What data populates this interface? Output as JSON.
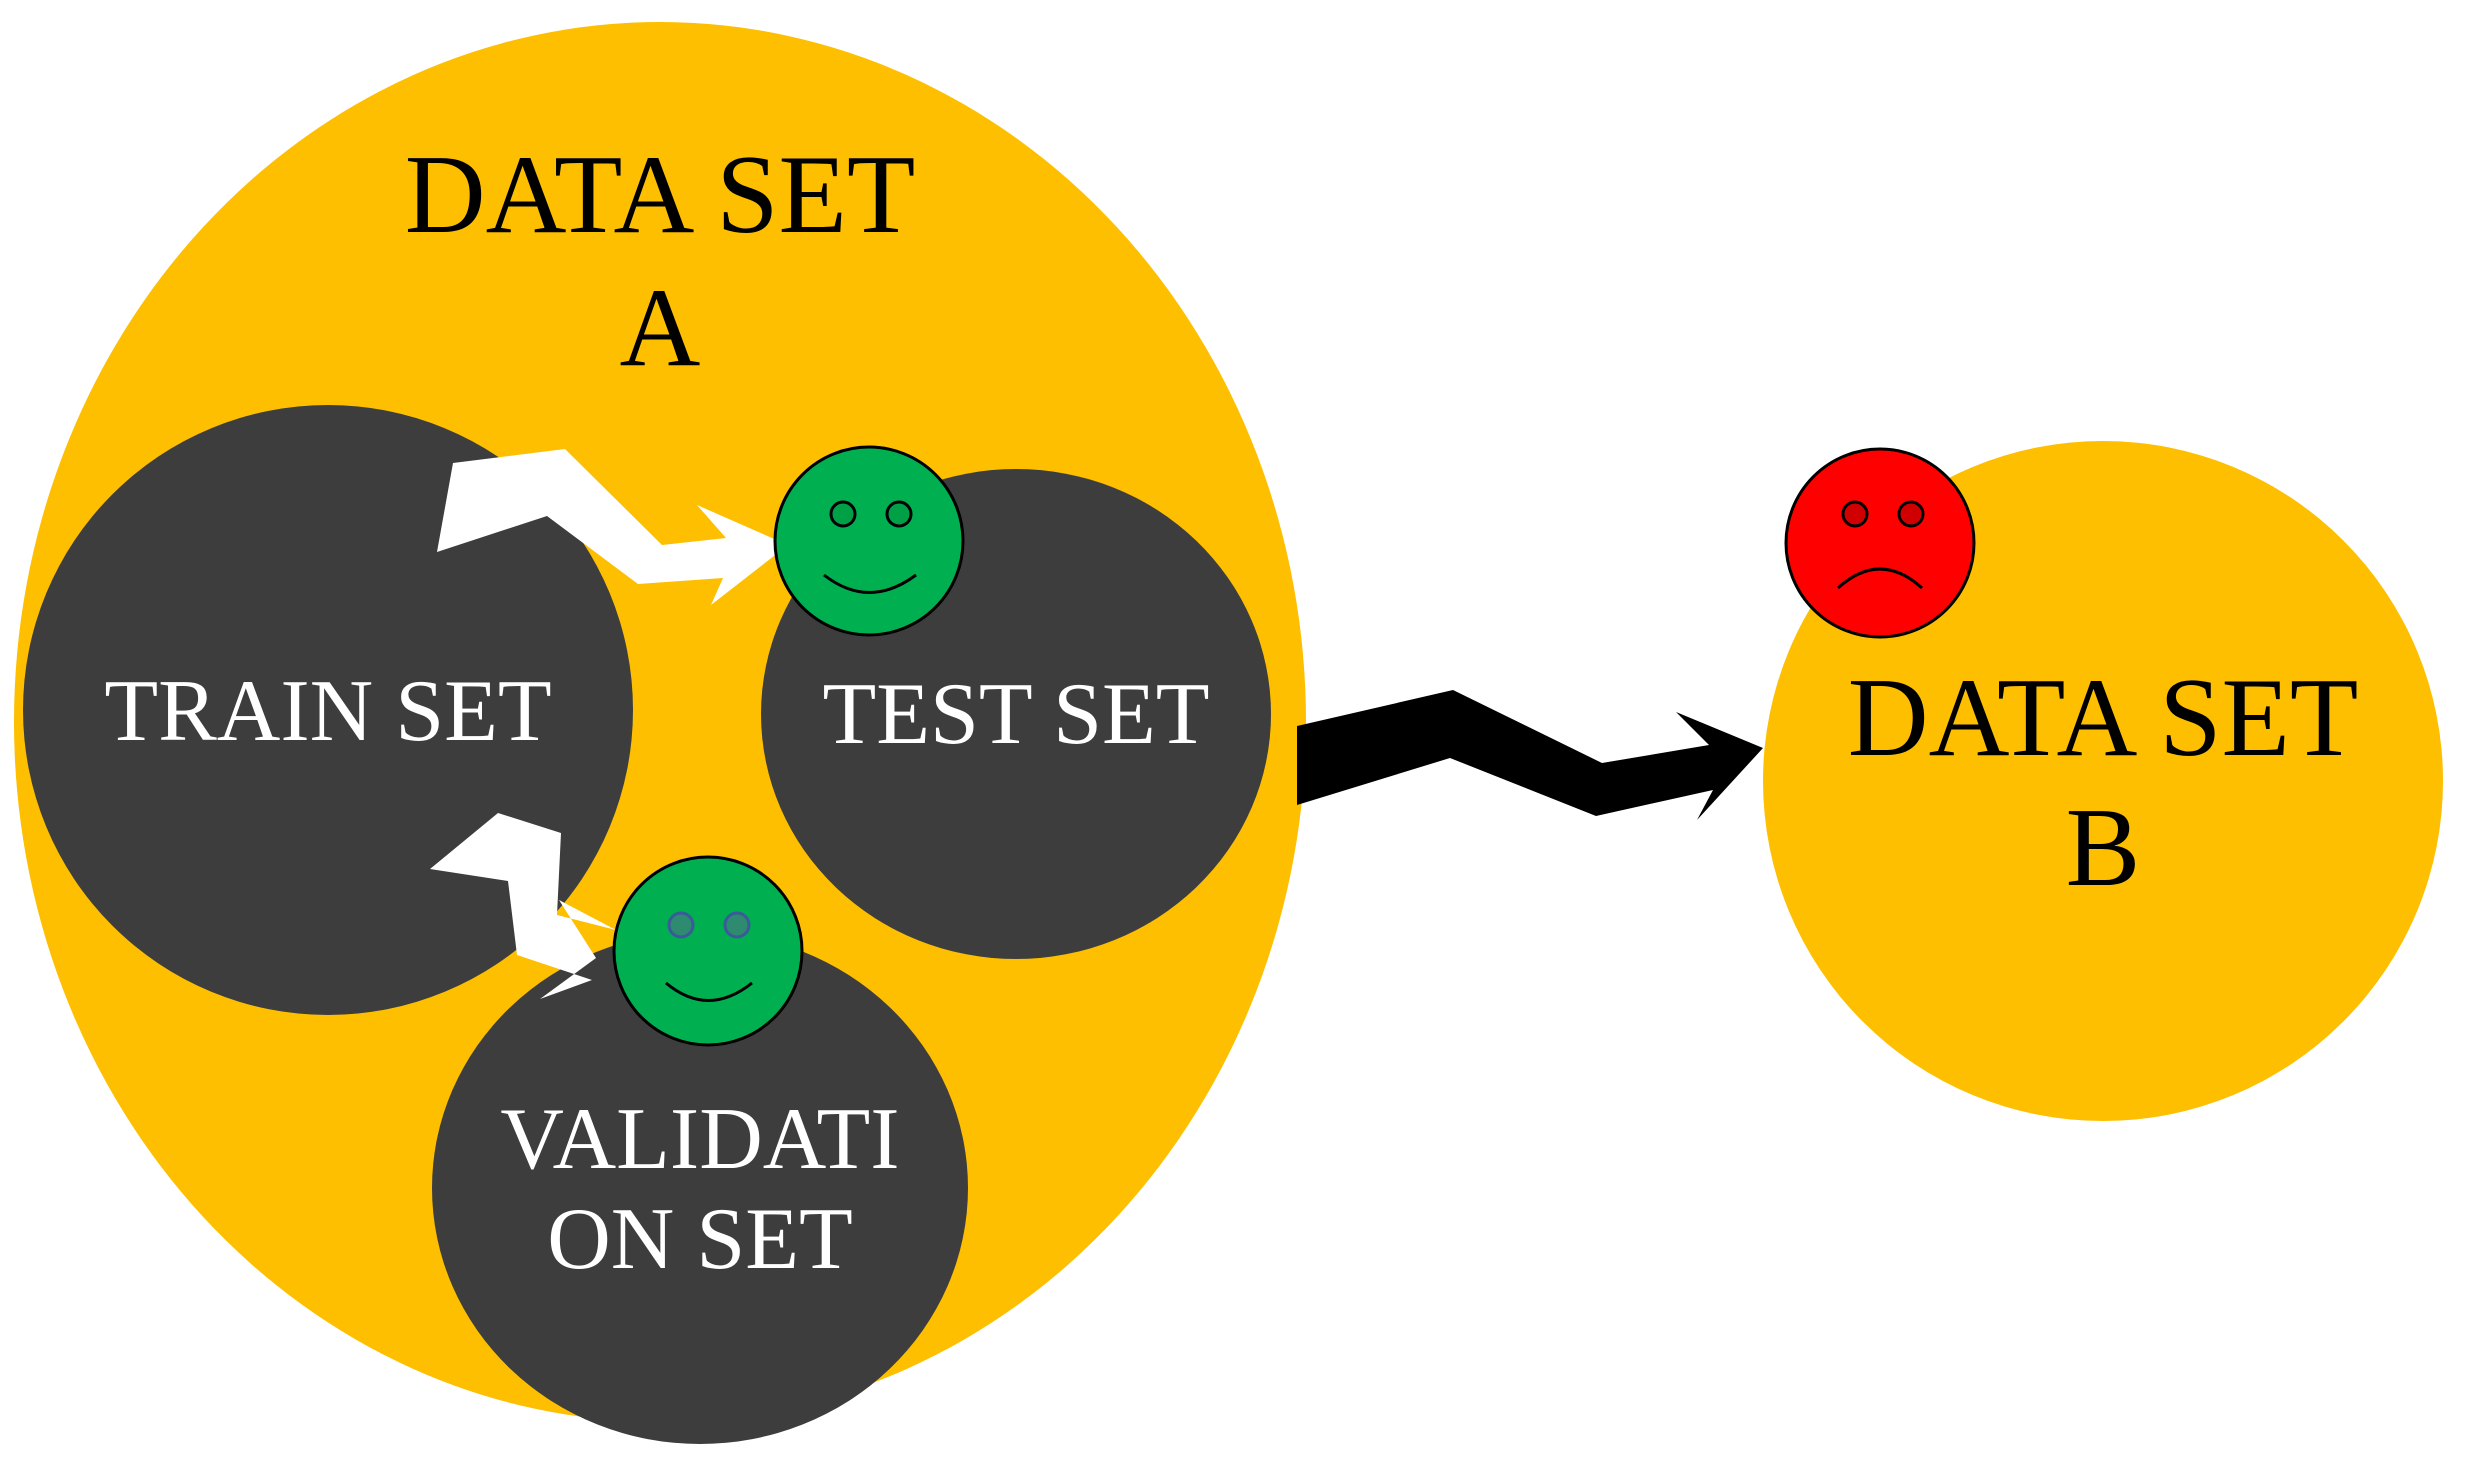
{
  "data_set_a": {
    "title_line1": "DATA SET",
    "title_line2": "A"
  },
  "train_set": {
    "label": "TRAIN SET"
  },
  "test_set": {
    "label": "TEST SET"
  },
  "validation_set": {
    "label_line1": "VALIDATI",
    "label_line2": "ON SET"
  },
  "data_set_b": {
    "title_line1": "DATA SET",
    "title_line2": "B"
  },
  "colors": {
    "dataset_fill": "#FDBF00",
    "subset_fill": "#3D3D3D",
    "happy_face": "#00B050",
    "sad_face": "#FF0000",
    "arrow_internal": "#FFFFFF",
    "arrow_external": "#000000"
  },
  "icons": {
    "test_result": "happy-face-icon",
    "validation_result": "happy-face-icon",
    "external_result": "sad-face-icon"
  }
}
